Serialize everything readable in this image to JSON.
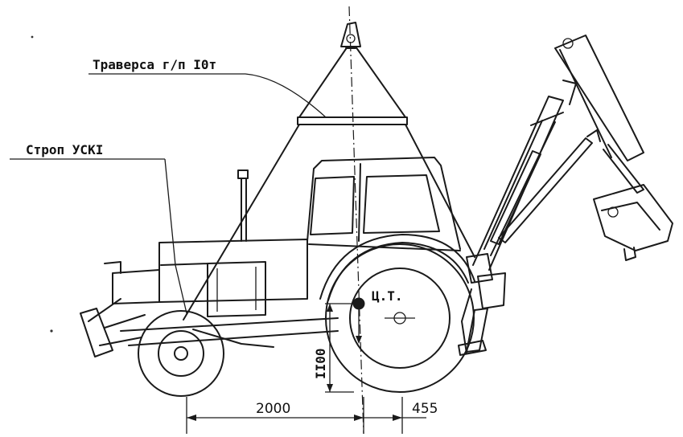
{
  "labels": {
    "traverse": "Траверса г/п I0т",
    "sling": "Строп УСКI",
    "center_of_gravity": "Ц.Т.",
    "height_dim": "II00",
    "dim_left": "2000",
    "dim_right": "455"
  }
}
